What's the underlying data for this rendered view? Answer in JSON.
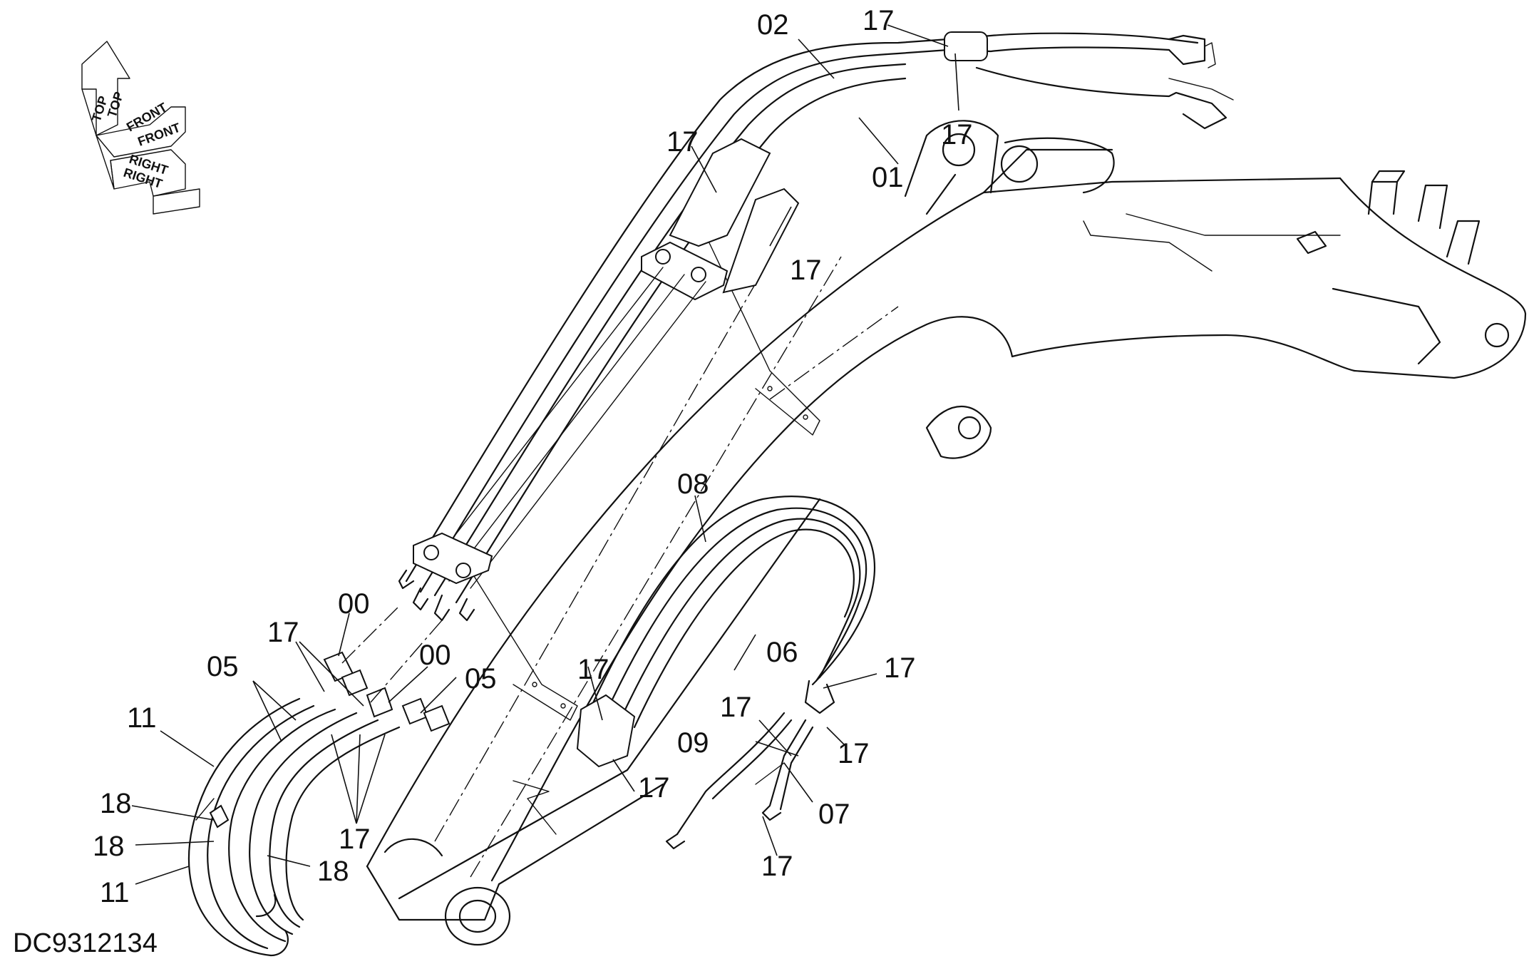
{
  "diagram_ref": "DC9312134",
  "orientation": {
    "top": "TOP",
    "front": "FRONT",
    "right": "RIGHT"
  },
  "labels": [
    {
      "id": "lbl-02",
      "text": "02"
    },
    {
      "id": "lbl-17-a",
      "text": "17"
    },
    {
      "id": "lbl-17-b",
      "text": "17"
    },
    {
      "id": "lbl-17-c",
      "text": "17"
    },
    {
      "id": "lbl-01",
      "text": "01"
    },
    {
      "id": "lbl-17-d",
      "text": "17"
    },
    {
      "id": "lbl-08",
      "text": "08"
    },
    {
      "id": "lbl-00-a",
      "text": "00"
    },
    {
      "id": "lbl-17-e",
      "text": "17"
    },
    {
      "id": "lbl-05-a",
      "text": "05"
    },
    {
      "id": "lbl-00-b",
      "text": "00"
    },
    {
      "id": "lbl-05-b",
      "text": "05"
    },
    {
      "id": "lbl-11-a",
      "text": "11"
    },
    {
      "id": "lbl-06",
      "text": "06"
    },
    {
      "id": "lbl-17-f",
      "text": "17"
    },
    {
      "id": "lbl-17-g",
      "text": "17"
    },
    {
      "id": "lbl-17-h",
      "text": "17"
    },
    {
      "id": "lbl-09",
      "text": "09"
    },
    {
      "id": "lbl-17-i",
      "text": "17"
    },
    {
      "id": "lbl-17-j",
      "text": "17"
    },
    {
      "id": "lbl-07",
      "text": "07"
    },
    {
      "id": "lbl-18-a",
      "text": "18"
    },
    {
      "id": "lbl-18-b",
      "text": "18"
    },
    {
      "id": "lbl-18-c",
      "text": "18"
    },
    {
      "id": "lbl-17-k",
      "text": "17"
    },
    {
      "id": "lbl-11-b",
      "text": "11"
    },
    {
      "id": "lbl-17-l",
      "text": "17"
    }
  ]
}
